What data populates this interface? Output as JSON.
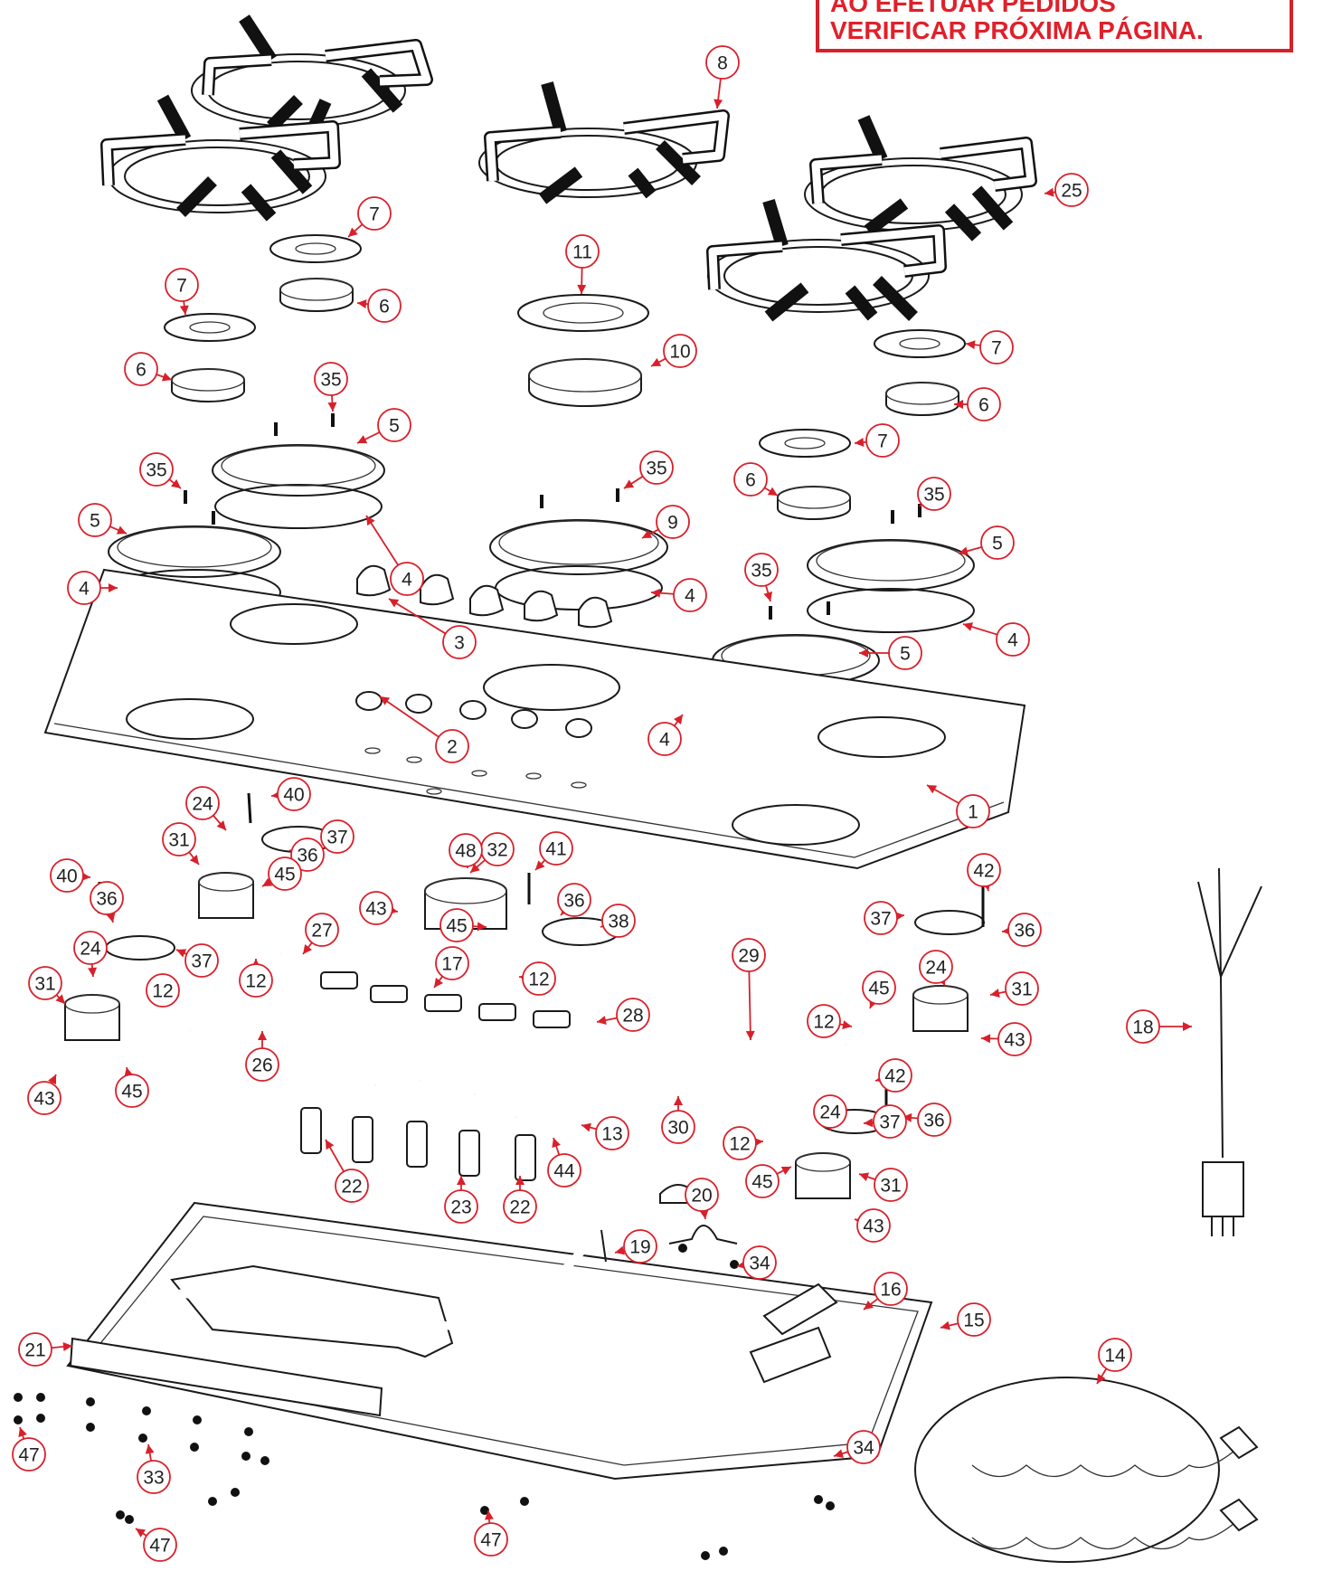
{
  "notice": {
    "line1": "AO EFETUAR PEDIDOS",
    "line2": "VERIFICAR PRÓXIMA PÁGINA."
  },
  "colors": {
    "accent": "#e0202a",
    "line": "#1a1a1a",
    "callout_stroke": "#d8202a"
  },
  "callouts": [
    {
      "n": "1"
    },
    {
      "n": "2"
    },
    {
      "n": "3"
    },
    {
      "n": "4"
    },
    {
      "n": "4"
    },
    {
      "n": "4"
    },
    {
      "n": "4"
    },
    {
      "n": "4"
    },
    {
      "n": "5"
    },
    {
      "n": "5"
    },
    {
      "n": "5"
    },
    {
      "n": "5"
    },
    {
      "n": "6"
    },
    {
      "n": "6"
    },
    {
      "n": "6"
    },
    {
      "n": "6"
    },
    {
      "n": "7"
    },
    {
      "n": "7"
    },
    {
      "n": "7"
    },
    {
      "n": "7"
    },
    {
      "n": "8"
    },
    {
      "n": "9"
    },
    {
      "n": "10"
    },
    {
      "n": "11"
    },
    {
      "n": "12"
    },
    {
      "n": "12"
    },
    {
      "n": "12"
    },
    {
      "n": "12"
    },
    {
      "n": "12"
    },
    {
      "n": "13"
    },
    {
      "n": "14"
    },
    {
      "n": "15"
    },
    {
      "n": "16"
    },
    {
      "n": "17"
    },
    {
      "n": "18"
    },
    {
      "n": "19"
    },
    {
      "n": "20"
    },
    {
      "n": "21"
    },
    {
      "n": "22"
    },
    {
      "n": "22"
    },
    {
      "n": "23"
    },
    {
      "n": "24"
    },
    {
      "n": "24"
    },
    {
      "n": "24"
    },
    {
      "n": "24"
    },
    {
      "n": "25"
    },
    {
      "n": "26"
    },
    {
      "n": "27"
    },
    {
      "n": "28"
    },
    {
      "n": "29"
    },
    {
      "n": "30"
    },
    {
      "n": "31"
    },
    {
      "n": "31"
    },
    {
      "n": "31"
    },
    {
      "n": "31"
    },
    {
      "n": "32"
    },
    {
      "n": "33"
    },
    {
      "n": "34"
    },
    {
      "n": "34"
    },
    {
      "n": "35"
    },
    {
      "n": "35"
    },
    {
      "n": "35"
    },
    {
      "n": "35"
    },
    {
      "n": "35"
    },
    {
      "n": "36"
    },
    {
      "n": "36"
    },
    {
      "n": "36"
    },
    {
      "n": "36"
    },
    {
      "n": "36"
    },
    {
      "n": "37"
    },
    {
      "n": "37"
    },
    {
      "n": "37"
    },
    {
      "n": "37"
    },
    {
      "n": "38"
    },
    {
      "n": "40"
    },
    {
      "n": "40"
    },
    {
      "n": "41"
    },
    {
      "n": "42"
    },
    {
      "n": "42"
    },
    {
      "n": "43"
    },
    {
      "n": "43"
    },
    {
      "n": "43"
    },
    {
      "n": "43"
    },
    {
      "n": "44"
    },
    {
      "n": "45"
    },
    {
      "n": "45"
    },
    {
      "n": "45"
    },
    {
      "n": "45"
    },
    {
      "n": "45"
    },
    {
      "n": "47"
    },
    {
      "n": "47"
    },
    {
      "n": "47"
    },
    {
      "n": "48"
    }
  ]
}
